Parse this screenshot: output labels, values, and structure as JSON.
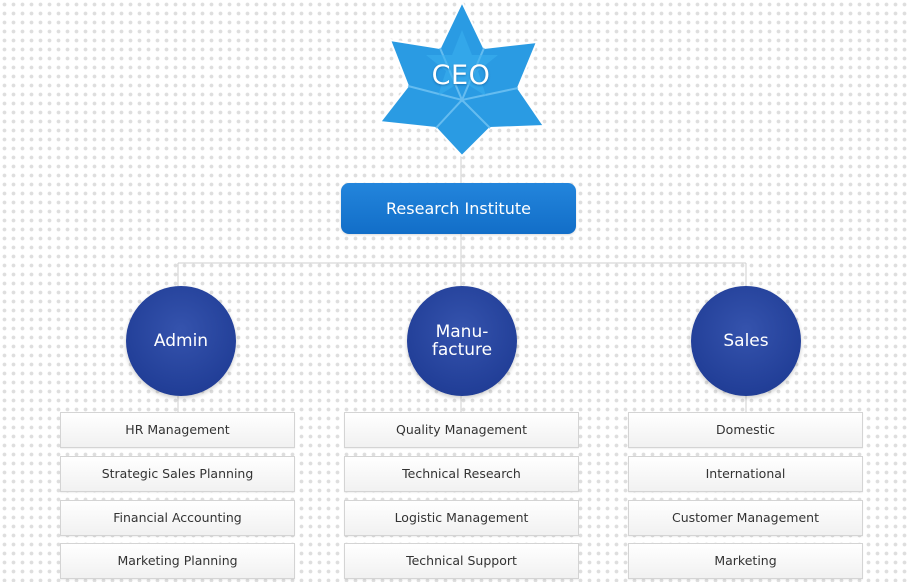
{
  "ceo": {
    "label": "CEO"
  },
  "research": {
    "label": "Research Institute"
  },
  "departments": [
    {
      "label": "Admin",
      "tasks": [
        "HR Management",
        "Strategic Sales Planning",
        "Financial Accounting",
        "Marketing Planning"
      ]
    },
    {
      "label": "Manu-\nfacture",
      "tasks": [
        "Quality Management",
        "Technical Research",
        "Logistic Management",
        "Technical Support"
      ]
    },
    {
      "label": "Sales",
      "tasks": [
        "Domestic",
        "International",
        "Customer Management",
        "Marketing"
      ]
    }
  ],
  "colors": {
    "star": "#2a9be3",
    "research_box": "#1a78d2",
    "department_circle": "#223f98",
    "connector": "#cfcfcf",
    "map_dots": "#dedede"
  }
}
